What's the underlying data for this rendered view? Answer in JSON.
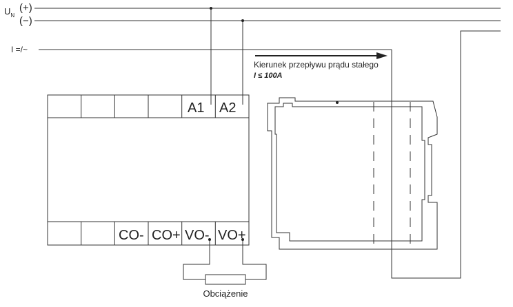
{
  "supply": {
    "un_base": "U",
    "un_sub": "N",
    "plus": "(+)",
    "minus": "(−)",
    "current": "I =/~"
  },
  "annotation": {
    "direction": "Kierunek przepływu prądu stałego",
    "limit": "I ≤ 100A"
  },
  "relay": {
    "top_terminals": [
      "",
      "",
      "",
      "",
      "A1",
      "A2"
    ],
    "bottom_terminals": [
      "",
      "",
      "CO-",
      "CO+",
      "VO-",
      "VO+"
    ]
  },
  "load": {
    "label": "Obciążenie"
  }
}
